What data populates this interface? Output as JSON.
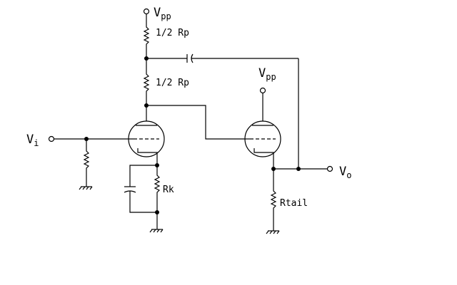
{
  "labels": {
    "vpp_top": "V",
    "vpp_top_sub": "pp",
    "half_rp_top": "1/2 Rp",
    "half_rp_mid": "1/2 Rp",
    "vpp_right": "V",
    "vpp_right_sub": "pp",
    "vi": "V",
    "vi_sub": "i",
    "vo": "V",
    "vo_sub": "o",
    "rk": "Rk",
    "rtail": "Rtail"
  }
}
